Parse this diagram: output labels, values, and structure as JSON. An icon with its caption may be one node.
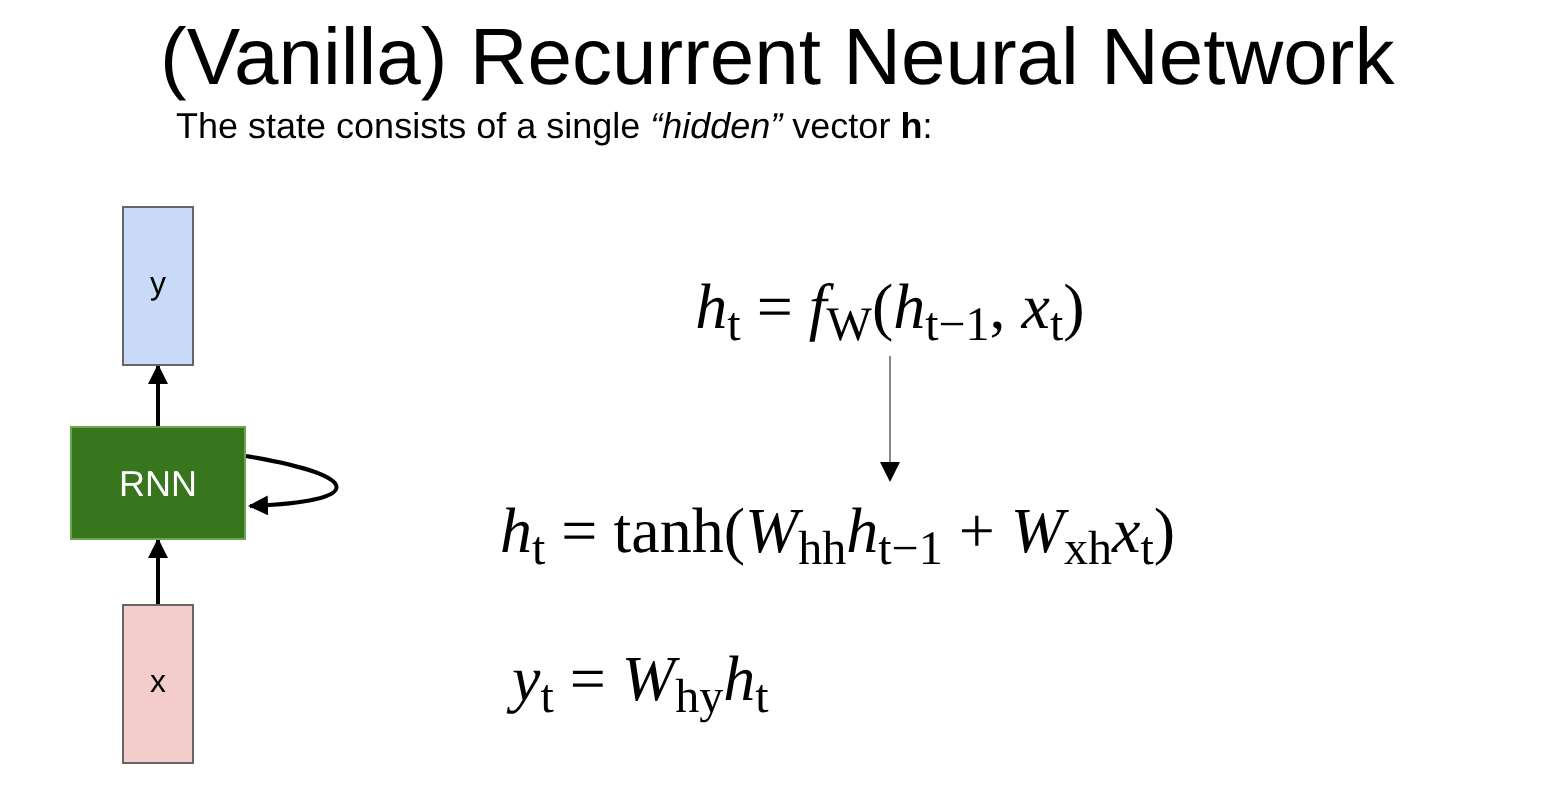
{
  "diagram": {
    "title": "(Vanilla) Recurrent Neural Network",
    "caption": "The state consists of a single *“hidden”* vector **h**:",
    "nodes": [
      {
        "text": [
          "y"
        ]
      },
      {
        "text": [
          "RNN"
        ]
      },
      {
        "text": [
          "x"
        ]
      },
      {
        "text": [
          "*h*$_{t}$ = *f*$_{W}$(*h*$_{t−1}$, *x*$_{t}$)"
        ]
      },
      {
        "text": [
          "*h*$_{t}$ = tanh(*W*$_{hh}$*h*$_{t−1}$ + *W*$_{xh}$*x*$_{t}$)"
        ]
      }
    ],
    "edges": [
      {
        "from": 2,
        "to": 1,
        "arrow": "to"
      },
      {
        "from": 1,
        "to": 0,
        "arrow": "to"
      },
      {
        "from": 1,
        "to": 1,
        "arrow": "to"
      },
      {
        "from": 3,
        "to": 4,
        "arrow": "to",
        "color": "#888888"
      }
    ],
    "labels": [
      "*y*$_{t}$ = *W*$_{hy}$*h*$_{t}$"
    ]
  }
}
